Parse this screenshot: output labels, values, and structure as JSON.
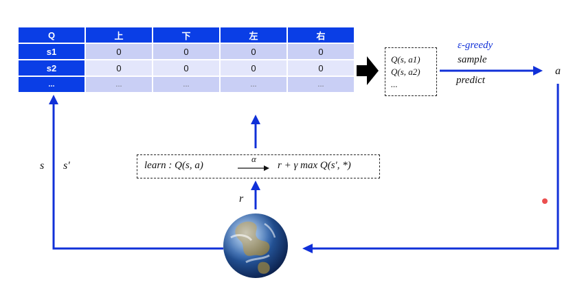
{
  "table": {
    "headers": [
      "Q",
      "上",
      "下",
      "左",
      "右"
    ],
    "rows": [
      {
        "state": "s1",
        "values": [
          "0",
          "0",
          "0",
          "0"
        ]
      },
      {
        "state": "s2",
        "values": [
          "0",
          "0",
          "0",
          "0"
        ]
      },
      {
        "state": "...",
        "values": [
          "...",
          "...",
          "...",
          "..."
        ]
      }
    ]
  },
  "qbox": {
    "line1": "Q(s, a1)",
    "line2": "Q(s, a2)",
    "line3": "..."
  },
  "labels": {
    "epsilon_greedy": "ε-greedy",
    "sample": "sample",
    "predict": "predict",
    "action": "a",
    "reward": "r",
    "state": "s",
    "next_state": "s'"
  },
  "learn": {
    "prefix": "learn : Q(s, a)",
    "alpha": "α",
    "target": "r + γ max Q(s', *)"
  },
  "colors": {
    "table_header": "#0a3ee6",
    "arrow": "#1030d8",
    "cell_dark": "#c9cff5",
    "cell_light": "#e3e6fb"
  }
}
